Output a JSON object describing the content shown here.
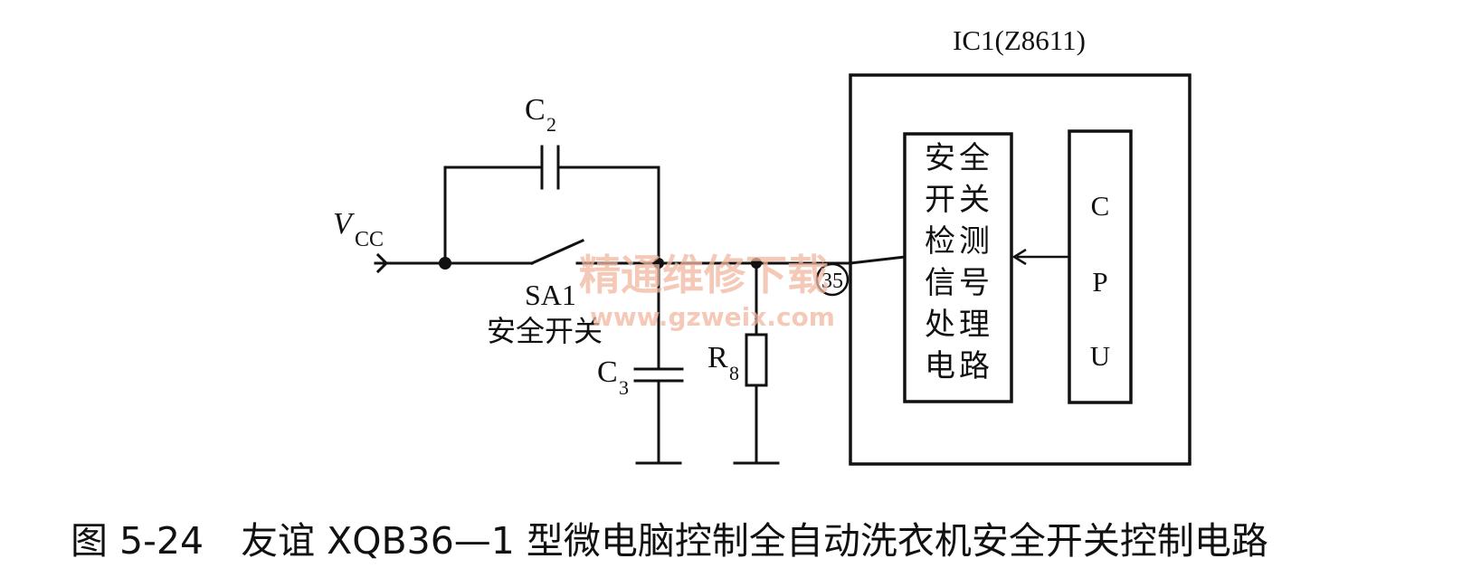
{
  "ic_title": "IC1(Z8611)",
  "vcc": {
    "main": "V",
    "sub": "CC"
  },
  "c2": {
    "main": "C",
    "sub": "2"
  },
  "c3": {
    "main": "C",
    "sub": "3"
  },
  "r8": {
    "main": "R",
    "sub": "8"
  },
  "switch": {
    "name": "SA1",
    "desc": "安全开关"
  },
  "pin_number": "35",
  "detect_block": {
    "col1": [
      "安",
      "开",
      "检",
      "信",
      "处",
      "电"
    ],
    "col2": [
      "全",
      "关",
      "测",
      "号",
      "理",
      "路"
    ]
  },
  "cpu_block": {
    "letters": [
      "C",
      "P",
      "U"
    ]
  },
  "caption": "图 5-24　友谊 XQB36—1 型微电脑控制全自动洗衣机安全开关控制电路",
  "watermark": {
    "title": "精通维修下载",
    "url": "www.gzweix.com"
  }
}
